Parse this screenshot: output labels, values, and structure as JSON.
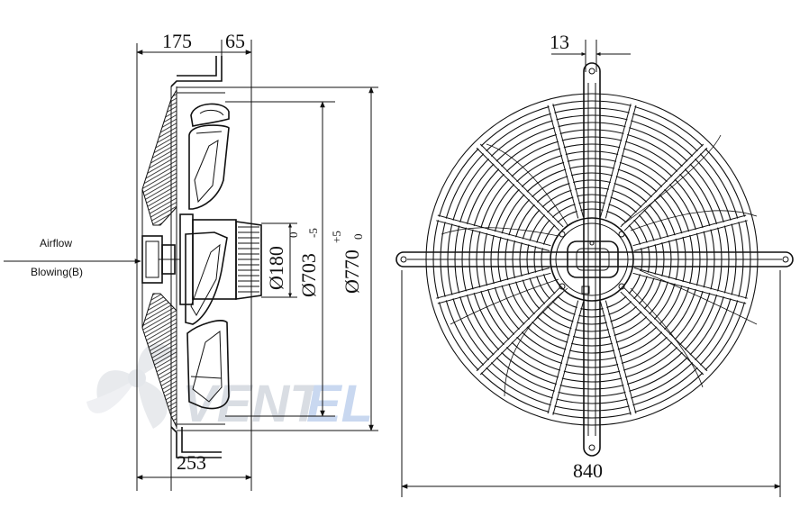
{
  "side_view": {
    "dim_top_left": "175",
    "dim_top_right": "65",
    "dim_bottom": "253",
    "dim_hub_prefix": "Ø",
    "dim_hub_value": "180",
    "dim_blade_prefix": "Ø",
    "dim_blade_value": "703",
    "dim_blade_tol_upper": "0",
    "dim_blade_tol_lower": "-5",
    "dim_ring_prefix": "Ø",
    "dim_ring_value": "770",
    "dim_ring_tol_upper": "+5",
    "dim_ring_tol_lower": "0",
    "airflow_label": "Airflow",
    "direction_label": "Blowing(B)"
  },
  "front_view": {
    "dim_top": "13",
    "dim_bottom": "840"
  },
  "watermark": {
    "text_left": "VENT",
    "text_right": "EL",
    "color_left": "#d9dde3",
    "color_right": "#c9d8f0"
  }
}
